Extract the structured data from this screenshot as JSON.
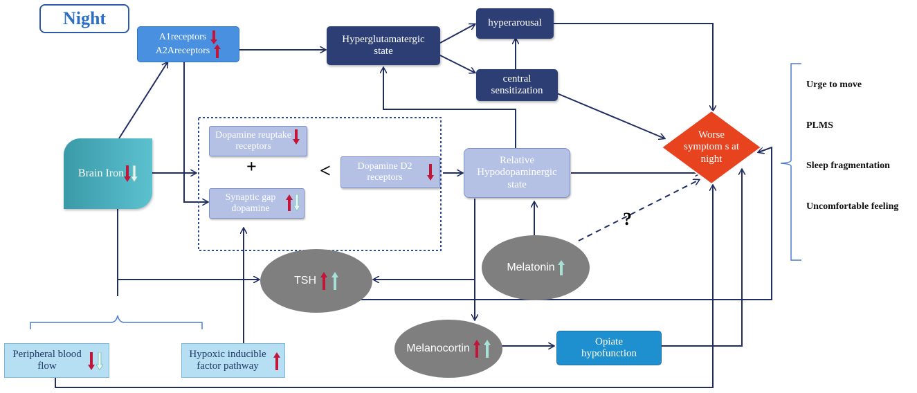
{
  "title": "Night",
  "nodes": {
    "a_receptors_line1": "A1receptors",
    "a_receptors_line2": "A2Areceptors",
    "hyperglutamatergic": "Hyperglutamatergic state",
    "hyperarousal": "hyperarousal",
    "central_sensitization": "central sensitization",
    "brain_iron": "Brain Iron",
    "dopamine_reuptake": "Dopamine reuptake receptors",
    "synaptic_gap": "Synaptic gap dopamine",
    "dopamine_d2": "Dopamine D2 receptors",
    "relative_hypodopaminergic": "Relative Hypodopaminergic state",
    "worse_symptoms": "Worse symptom s at night",
    "tsh": "TSH",
    "melatonin": "Melatonin",
    "melanocortin": "Melanocortin",
    "opiate": "Opiate hypofunction",
    "peripheral_blood_flow": "Peripheral blood flow",
    "hypoxic_pathway": "Hypoxic inducible factor pathway"
  },
  "operators": {
    "plus": "+",
    "less_than": "<",
    "question": "?"
  },
  "symptoms": [
    "Urge to move",
    "PLMS",
    "Sleep fragmentation",
    "Uncomfortable feeling"
  ],
  "colors": {
    "down_arrow": "#c0163a",
    "up_arrow_red": "#c0163a",
    "up_arrow_teal": "#a8e0d8",
    "worse_symptoms": "#e8431f",
    "line": "#1f2d63"
  }
}
